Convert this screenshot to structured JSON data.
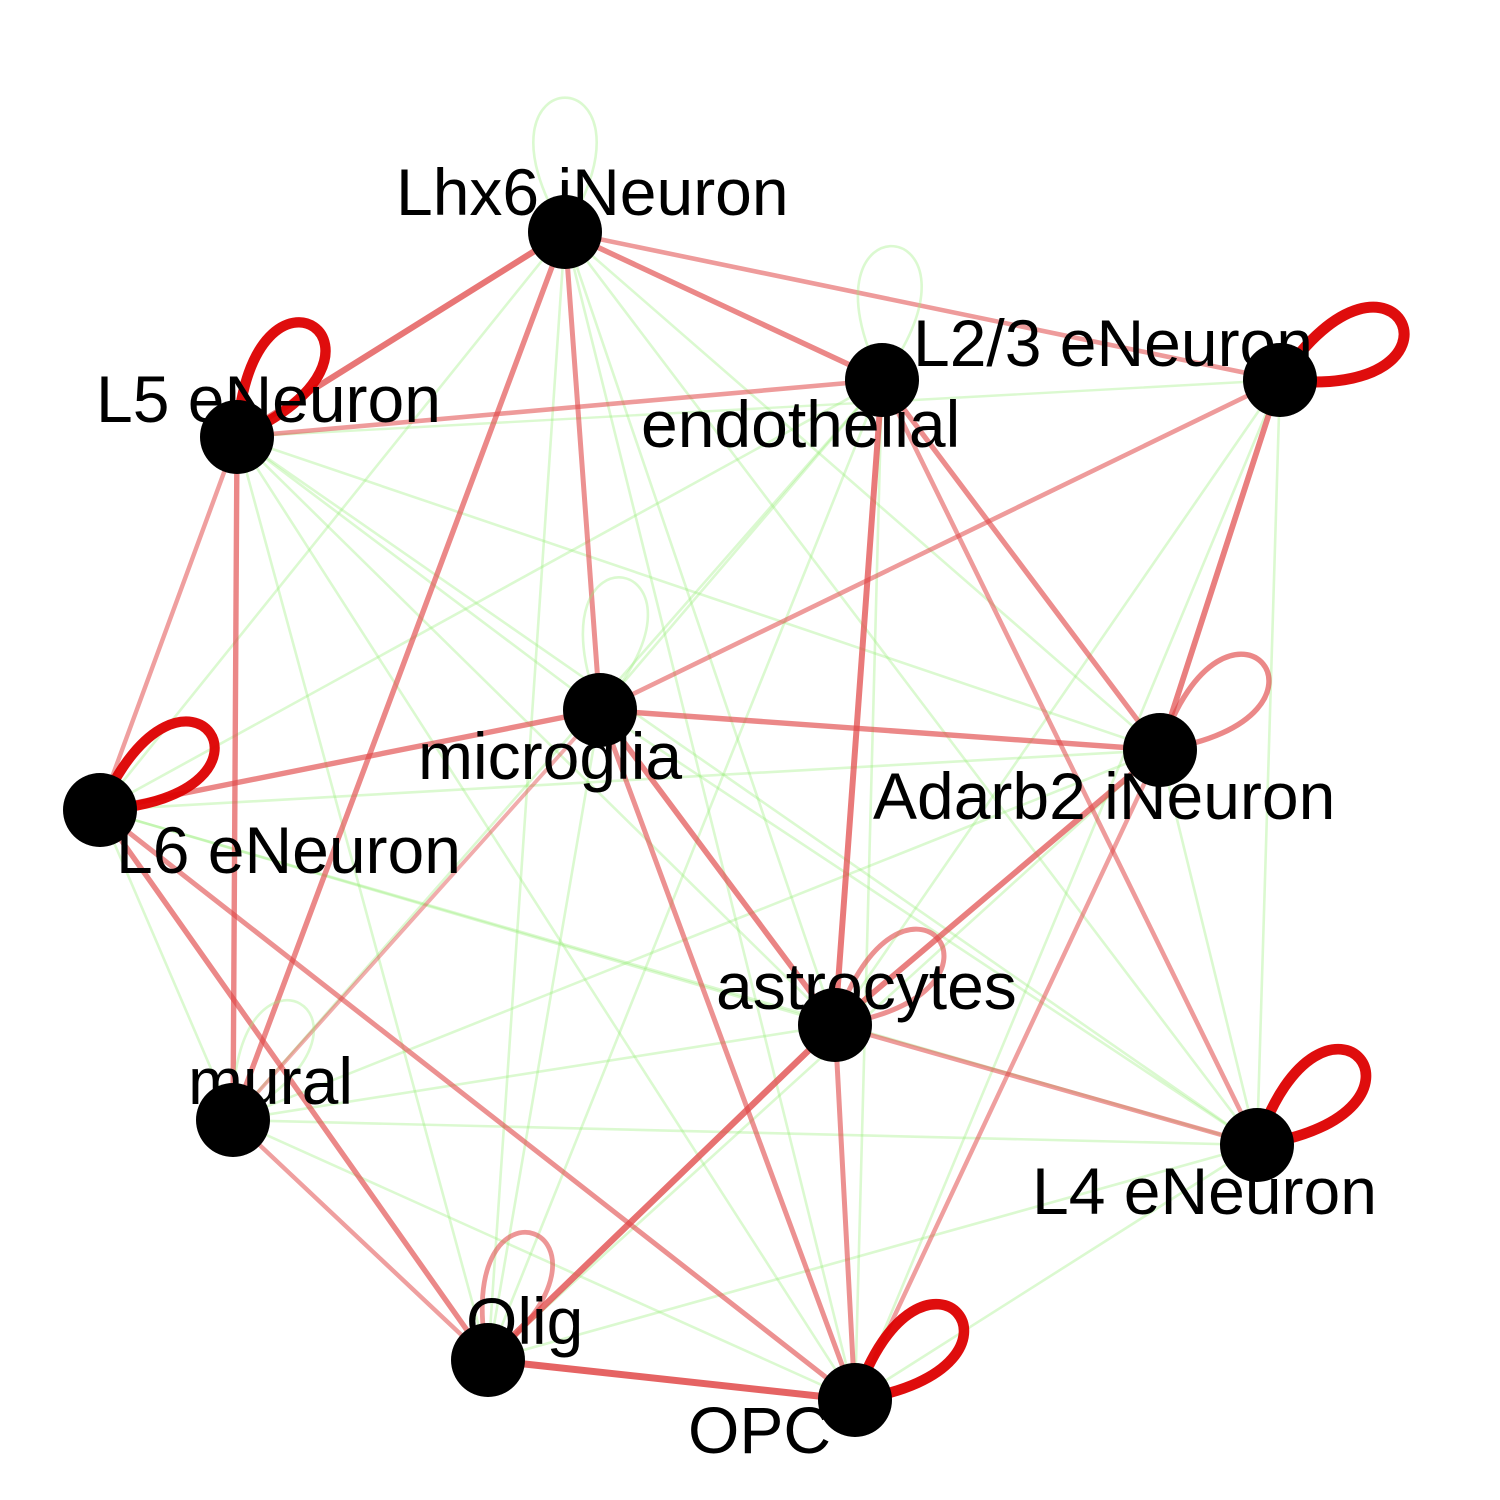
{
  "colors": {
    "background": "#ffffff",
    "node": "#000000",
    "strong_edge": "#dd0000",
    "medium_edge": "#e04848",
    "weak_edge": "#99ee77"
  },
  "nodes": [
    {
      "id": "lhx6",
      "label": "Lhx6 iNeuron"
    },
    {
      "id": "l23",
      "label": "L2/3 eNeuron"
    },
    {
      "id": "endo",
      "label": "endothelial"
    },
    {
      "id": "l5",
      "label": "L5 eNeuron"
    },
    {
      "id": "micro",
      "label": "microglia"
    },
    {
      "id": "adarb2",
      "label": "Adarb2 iNeuron"
    },
    {
      "id": "l6",
      "label": "L6 eNeuron"
    },
    {
      "id": "astro",
      "label": "astrocytes"
    },
    {
      "id": "mural",
      "label": "mural"
    },
    {
      "id": "l4",
      "label": "L4 eNeuron"
    },
    {
      "id": "olig",
      "label": "Olig"
    },
    {
      "id": "opc",
      "label": "OPC"
    }
  ],
  "edges": [
    {
      "source": "lhx6",
      "target": "l5",
      "kind": "medium",
      "strength": 0.8
    },
    {
      "source": "lhx6",
      "target": "endo",
      "kind": "medium",
      "strength": 0.6
    },
    {
      "source": "lhx6",
      "target": "l23",
      "kind": "medium",
      "strength": 0.4
    },
    {
      "source": "lhx6",
      "target": "micro",
      "kind": "medium",
      "strength": 0.5
    },
    {
      "source": "lhx6",
      "target": "mural",
      "kind": "medium",
      "strength": 0.6
    },
    {
      "source": "l5",
      "target": "endo",
      "kind": "medium",
      "strength": 0.4
    },
    {
      "source": "l5",
      "target": "mural",
      "kind": "medium",
      "strength": 0.6
    },
    {
      "source": "l5",
      "target": "l6",
      "kind": "medium",
      "strength": 0.35
    },
    {
      "source": "l23",
      "target": "adarb2",
      "kind": "medium",
      "strength": 0.7
    },
    {
      "source": "l23",
      "target": "micro",
      "kind": "medium",
      "strength": 0.4
    },
    {
      "source": "endo",
      "target": "adarb2",
      "kind": "medium",
      "strength": 0.55
    },
    {
      "source": "endo",
      "target": "astro",
      "kind": "medium",
      "strength": 0.75
    },
    {
      "source": "endo",
      "target": "l4",
      "kind": "medium",
      "strength": 0.4
    },
    {
      "source": "micro",
      "target": "adarb2",
      "kind": "medium",
      "strength": 0.6
    },
    {
      "source": "micro",
      "target": "l6",
      "kind": "medium",
      "strength": 0.6
    },
    {
      "source": "micro",
      "target": "astro",
      "kind": "medium",
      "strength": 0.65
    },
    {
      "source": "micro",
      "target": "opc",
      "kind": "medium",
      "strength": 0.5
    },
    {
      "source": "micro",
      "target": "mural",
      "kind": "medium",
      "strength": 0.2
    },
    {
      "source": "adarb2",
      "target": "astro",
      "kind": "medium",
      "strength": 0.7
    },
    {
      "source": "adarb2",
      "target": "opc",
      "kind": "medium",
      "strength": 0.35
    },
    {
      "source": "l6",
      "target": "olig",
      "kind": "medium",
      "strength": 0.6
    },
    {
      "source": "l6",
      "target": "opc",
      "kind": "medium",
      "strength": 0.5
    },
    {
      "source": "astro",
      "target": "olig",
      "kind": "medium",
      "strength": 0.85
    },
    {
      "source": "astro",
      "target": "opc",
      "kind": "medium",
      "strength": 0.5
    },
    {
      "source": "astro",
      "target": "l4",
      "kind": "medium",
      "strength": 0.4
    },
    {
      "source": "mural",
      "target": "olig",
      "kind": "medium",
      "strength": 0.35
    },
    {
      "source": "olig",
      "target": "opc",
      "kind": "medium",
      "strength": 1.0
    },
    {
      "source": "l5",
      "target": "micro",
      "kind": "weak",
      "strength": 0.3
    },
    {
      "source": "l5",
      "target": "astro",
      "kind": "weak",
      "strength": 0.3
    },
    {
      "source": "l5",
      "target": "adarb2",
      "kind": "weak",
      "strength": 0.3
    },
    {
      "source": "l5",
      "target": "olig",
      "kind": "weak",
      "strength": 0.3
    },
    {
      "source": "l5",
      "target": "opc",
      "kind": "weak",
      "strength": 0.3
    },
    {
      "source": "l5",
      "target": "l4",
      "kind": "weak",
      "strength": 0.3
    },
    {
      "source": "lhx6",
      "target": "adarb2",
      "kind": "weak",
      "strength": 0.3
    },
    {
      "source": "lhx6",
      "target": "astro",
      "kind": "weak",
      "strength": 0.3
    },
    {
      "source": "lhx6",
      "target": "olig",
      "kind": "weak",
      "strength": 0.3
    },
    {
      "source": "lhx6",
      "target": "opc",
      "kind": "weak",
      "strength": 0.3
    },
    {
      "source": "lhx6",
      "target": "l4",
      "kind": "weak",
      "strength": 0.3
    },
    {
      "source": "lhx6",
      "target": "l6",
      "kind": "weak",
      "strength": 0.3
    },
    {
      "source": "endo",
      "target": "l6",
      "kind": "weak",
      "strength": 0.3
    },
    {
      "source": "endo",
      "target": "mural",
      "kind": "weak",
      "strength": 0.3
    },
    {
      "source": "endo",
      "target": "micro",
      "kind": "weak",
      "strength": 0.3
    },
    {
      "source": "endo",
      "target": "opc",
      "kind": "weak",
      "strength": 0.3
    },
    {
      "source": "endo",
      "target": "olig",
      "kind": "weak",
      "strength": 0.3
    },
    {
      "source": "l23",
      "target": "l4",
      "kind": "weak",
      "strength": 0.3
    },
    {
      "source": "l23",
      "target": "opc",
      "kind": "weak",
      "strength": 0.3
    },
    {
      "source": "l23",
      "target": "astro",
      "kind": "weak",
      "strength": 0.3
    },
    {
      "source": "l23",
      "target": "l5",
      "kind": "weak",
      "strength": 0.2
    },
    {
      "source": "micro",
      "target": "l4",
      "kind": "weak",
      "strength": 0.3
    },
    {
      "source": "micro",
      "target": "olig",
      "kind": "weak",
      "strength": 0.3
    },
    {
      "source": "adarb2",
      "target": "l4",
      "kind": "weak",
      "strength": 0.3
    },
    {
      "source": "adarb2",
      "target": "mural",
      "kind": "weak",
      "strength": 0.3
    },
    {
      "source": "adarb2",
      "target": "olig",
      "kind": "weak",
      "strength": 0.3
    },
    {
      "source": "adarb2",
      "target": "l6",
      "kind": "weak",
      "strength": 0.3
    },
    {
      "source": "l6",
      "target": "mural",
      "kind": "weak",
      "strength": 0.3
    },
    {
      "source": "l6",
      "target": "astro",
      "kind": "weak",
      "strength": 0.3
    },
    {
      "source": "l6",
      "target": "l4",
      "kind": "weak",
      "strength": 0.3
    },
    {
      "source": "mural",
      "target": "astro",
      "kind": "weak",
      "strength": 0.3
    },
    {
      "source": "mural",
      "target": "l4",
      "kind": "weak",
      "strength": 0.3
    },
    {
      "source": "mural",
      "target": "opc",
      "kind": "weak",
      "strength": 0.3
    },
    {
      "source": "l4",
      "target": "opc",
      "kind": "weak",
      "strength": 0.3
    },
    {
      "source": "l4",
      "target": "olig",
      "kind": "weak",
      "strength": 0.3
    }
  ],
  "loops": [
    {
      "node": "lhx6",
      "kind": "weak",
      "strength": 0.3
    },
    {
      "node": "l23",
      "kind": "strong",
      "strength": 1.0
    },
    {
      "node": "endo",
      "kind": "weak",
      "strength": 0.3
    },
    {
      "node": "l5",
      "kind": "strong",
      "strength": 0.8
    },
    {
      "node": "micro",
      "kind": "weak",
      "strength": 0.3
    },
    {
      "node": "adarb2",
      "kind": "medium",
      "strength": 0.6
    },
    {
      "node": "l6",
      "kind": "strong",
      "strength": 0.7
    },
    {
      "node": "astro",
      "kind": "medium",
      "strength": 0.5
    },
    {
      "node": "mural",
      "kind": "weak",
      "strength": 0.3
    },
    {
      "node": "l4",
      "kind": "strong",
      "strength": 0.9
    },
    {
      "node": "olig",
      "kind": "medium",
      "strength": 0.45
    },
    {
      "node": "opc",
      "kind": "strong",
      "strength": 0.85
    }
  ]
}
